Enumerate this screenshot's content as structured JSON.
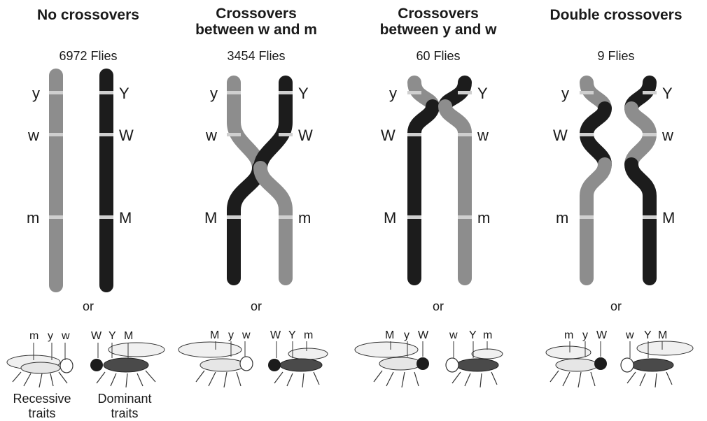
{
  "colors": {
    "gray": "#8d8d8d",
    "black": "#1c1c1c",
    "band": "#cfcfcf"
  },
  "panels": [
    {
      "title": "No crossovers",
      "count": "6972 Flies",
      "left": {
        "labels": [
          "y",
          "w",
          "m"
        ]
      },
      "right": {
        "labels": [
          "Y",
          "W",
          "M"
        ]
      },
      "or": "or",
      "fly_left": {
        "labels": [
          "m",
          "y",
          "w"
        ],
        "icon": "fly-recessive-icon"
      },
      "fly_right": {
        "labels": [
          "W",
          "Y",
          "M"
        ],
        "icon": "fly-dominant-icon"
      },
      "caption_left": "Recessive\ntraits",
      "caption_right": "Dominant\ntraits"
    },
    {
      "title": "Crossovers\nbetween w and m",
      "count": "3454 Flies",
      "left": {
        "labels": [
          "y",
          "w",
          "M"
        ]
      },
      "right": {
        "labels": [
          "Y",
          "W",
          "m"
        ]
      },
      "or": "or",
      "fly_left": {
        "labels": [
          "M",
          "y",
          "w"
        ],
        "icon": "fly-icon"
      },
      "fly_right": {
        "labels": [
          "W",
          "Y",
          "m"
        ],
        "icon": "fly-icon"
      }
    },
    {
      "title": "Crossovers\nbetween y and w",
      "count": "60 Flies",
      "left": {
        "labels": [
          "y",
          "W",
          "M"
        ]
      },
      "right": {
        "labels": [
          "Y",
          "w",
          "m"
        ]
      },
      "or": "or",
      "fly_left": {
        "labels": [
          "M",
          "y",
          "W"
        ],
        "icon": "fly-icon"
      },
      "fly_right": {
        "labels": [
          "w",
          "Y",
          "m"
        ],
        "icon": "fly-icon"
      }
    },
    {
      "title": "Double crossovers",
      "count": "9 Flies",
      "left": {
        "labels": [
          "y",
          "W",
          "m"
        ]
      },
      "right": {
        "labels": [
          "Y",
          "w",
          "M"
        ]
      },
      "or": "or",
      "fly_left": {
        "labels": [
          "m",
          "y",
          "W"
        ],
        "icon": "fly-icon"
      },
      "fly_right": {
        "labels": [
          "w",
          "Y",
          "M"
        ],
        "icon": "fly-icon"
      }
    }
  ]
}
